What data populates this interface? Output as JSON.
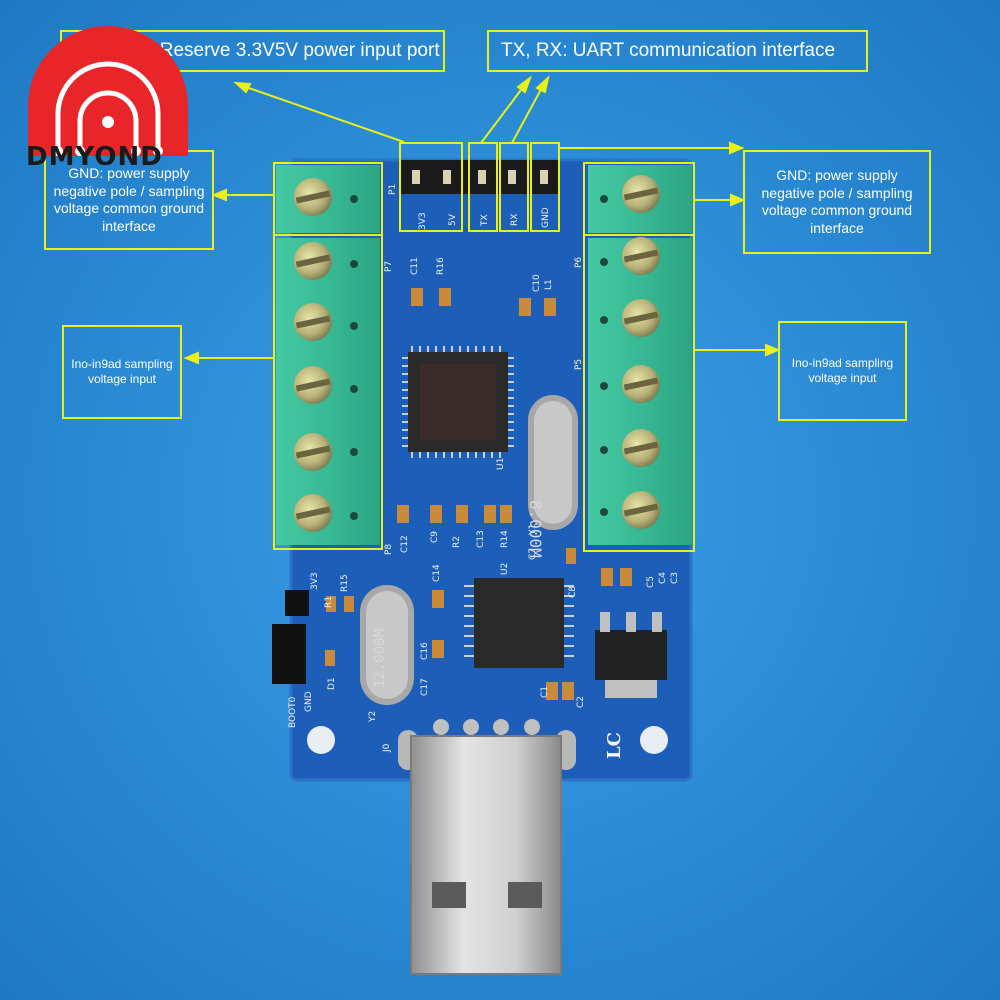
{
  "brand": {
    "logo_text": "DMYOND",
    "color": "#e8262a"
  },
  "callouts": {
    "power_port": "DMYOND Reserve 3.3V5V power input port",
    "uart": "TX, RX: UART communication interface",
    "gnd_left": "GND: power supply negative pole / sampling voltage common ground interface",
    "gnd_right": "GND: power supply negative pole / sampling voltage common ground interface",
    "input_left": "Ino-in9ad sampling voltage input",
    "input_right": "Ino-in9ad sampling voltage input"
  },
  "board": {
    "header_pins": [
      "3V3",
      "5V",
      "TX",
      "RX",
      "GND"
    ],
    "header_label": "P1",
    "connector_labels": [
      "P7",
      "P8",
      "P6",
      "P5"
    ],
    "crystal_1": "8.000M",
    "crystal_2": "12.000M",
    "chip_labels": [
      "U1",
      "U2"
    ],
    "component_labels": [
      "C11",
      "R16",
      "C10",
      "L1",
      "C12",
      "C9",
      "R2",
      "C13",
      "R14",
      "C7",
      "Y1",
      "C8",
      "C5",
      "C4",
      "C3",
      "C14",
      "C16",
      "C17",
      "C1",
      "C2",
      "R1",
      "R15",
      "D1",
      "Y2",
      "J0"
    ],
    "jumper_labels": [
      "3V3",
      "BOOT0",
      "GND"
    ],
    "maker_mark": "LC"
  },
  "colors": {
    "background": "#2a8ad4",
    "pcb": "#1d5fb8",
    "terminal": "#3cc19a",
    "callout_border": "#e8f018",
    "usb": "#c9c9c9"
  }
}
